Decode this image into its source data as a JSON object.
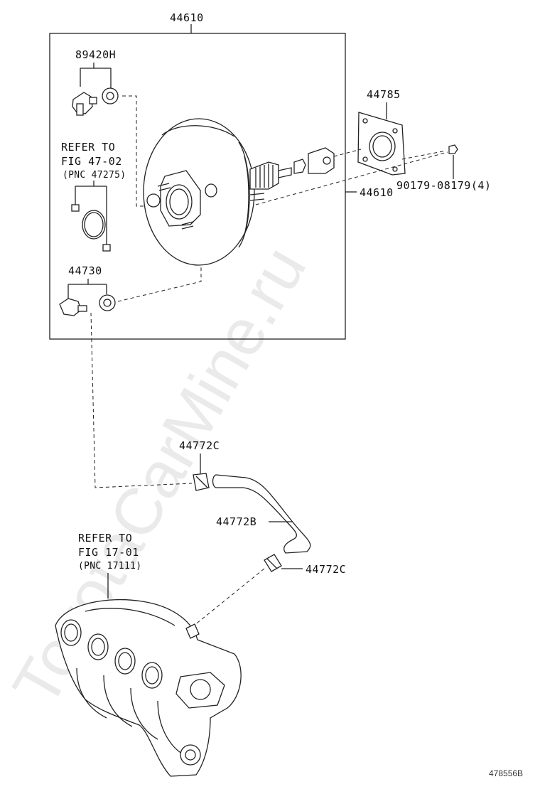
{
  "watermark": "ToyotaCarMine.ru",
  "figure_id": "478556B",
  "labels": {
    "booster_top": "44610",
    "booster_side": "44610",
    "check_valve_set": "89420H",
    "gasket": "44785",
    "nut": "90179-08179(4)",
    "refer_47_line1": "REFER TO",
    "refer_47_line2": "FIG 47-02",
    "refer_47_line3": "(PNC 47275)",
    "union": "44730",
    "clip_top": "44772C",
    "hose": "44772B",
    "clip_bottom": "44772C",
    "refer_17_line1": "REFER TO",
    "refer_17_line2": "FIG 17-01",
    "refer_17_line3": "(PNC 17111)"
  }
}
